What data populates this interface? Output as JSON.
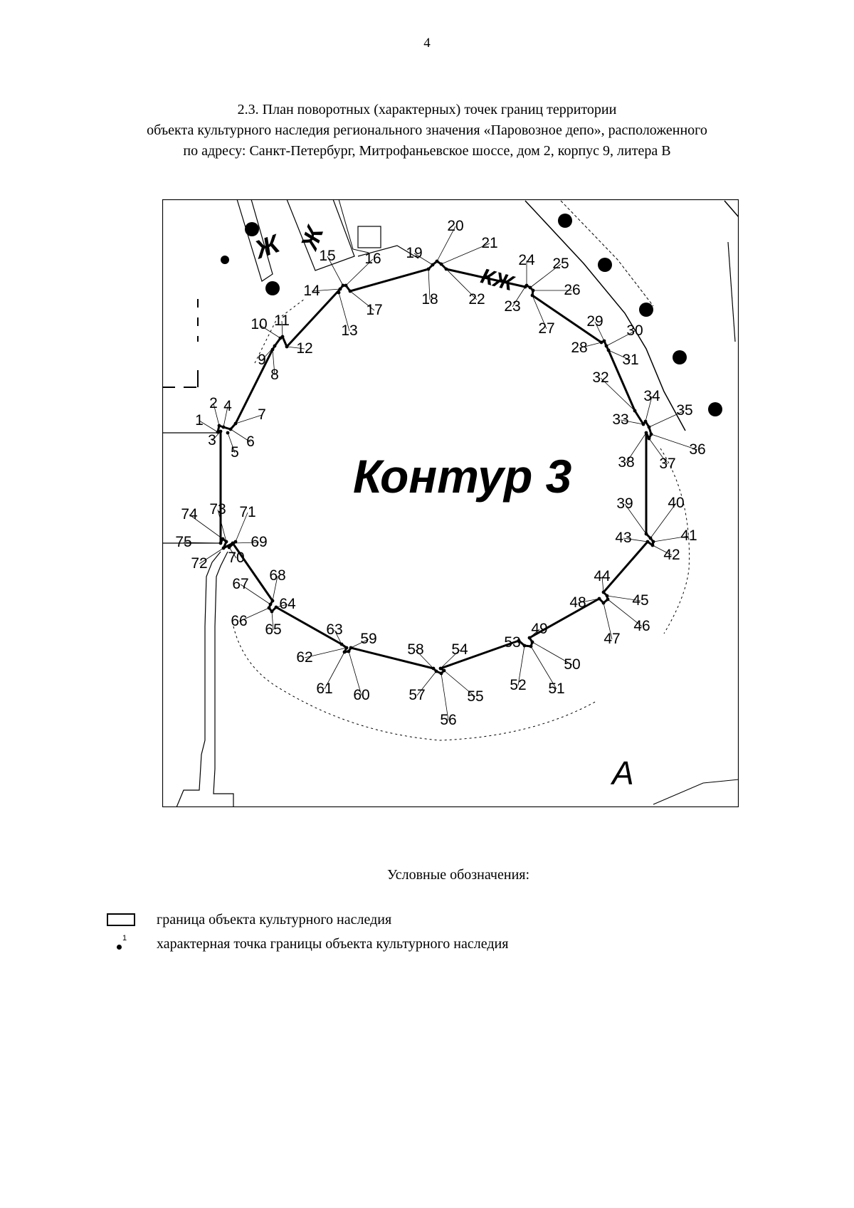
{
  "page": {
    "number": "4"
  },
  "heading": {
    "line1": "2.3. План поворотных (характерных) точек границ территории",
    "line2": "объекта культурного наследия регионального значения «Паровозное депо», расположенного",
    "line3": "по адресу: Санкт-Петербург, Митрофаньевское шоссе, дом 2, корпус 9, литера В"
  },
  "map": {
    "contour_label": "Контур 3",
    "background_labels": [
      "Ж",
      "Ж",
      "КЖ",
      "А"
    ],
    "point_labels": [
      {
        "id": "1",
        "text": "1"
      },
      {
        "id": "2",
        "text": "2"
      },
      {
        "id": "3",
        "text": "3"
      },
      {
        "id": "4",
        "text": "4"
      },
      {
        "id": "5",
        "text": "5"
      },
      {
        "id": "6",
        "text": "6"
      },
      {
        "id": "7",
        "text": "7"
      },
      {
        "id": "8",
        "text": "8"
      },
      {
        "id": "9",
        "text": "9"
      },
      {
        "id": "10",
        "text": "10"
      },
      {
        "id": "11",
        "text": "11"
      },
      {
        "id": "12",
        "text": "12"
      },
      {
        "id": "13",
        "text": "13"
      },
      {
        "id": "14",
        "text": "14"
      },
      {
        "id": "15",
        "text": "15"
      },
      {
        "id": "16",
        "text": "16"
      },
      {
        "id": "17",
        "text": "17"
      },
      {
        "id": "18",
        "text": "18"
      },
      {
        "id": "19",
        "text": "19"
      },
      {
        "id": "20",
        "text": "20"
      },
      {
        "id": "21",
        "text": "21"
      },
      {
        "id": "22",
        "text": "22"
      },
      {
        "id": "23",
        "text": "23"
      },
      {
        "id": "24",
        "text": "24"
      },
      {
        "id": "25",
        "text": "25"
      },
      {
        "id": "26",
        "text": "26"
      },
      {
        "id": "27",
        "text": "27"
      },
      {
        "id": "28",
        "text": "28"
      },
      {
        "id": "29",
        "text": "29"
      },
      {
        "id": "30",
        "text": "30"
      },
      {
        "id": "31",
        "text": "31"
      },
      {
        "id": "32",
        "text": "32"
      },
      {
        "id": "33",
        "text": "33"
      },
      {
        "id": "34",
        "text": "34"
      },
      {
        "id": "35",
        "text": "35"
      },
      {
        "id": "36",
        "text": "36"
      },
      {
        "id": "37",
        "text": "37"
      },
      {
        "id": "38",
        "text": "38"
      },
      {
        "id": "39",
        "text": "39"
      },
      {
        "id": "40",
        "text": "40"
      },
      {
        "id": "41",
        "text": "41"
      },
      {
        "id": "42",
        "text": "42"
      },
      {
        "id": "43",
        "text": "43"
      },
      {
        "id": "44",
        "text": "44"
      },
      {
        "id": "45",
        "text": "45"
      },
      {
        "id": "46",
        "text": "46"
      },
      {
        "id": "47",
        "text": "47"
      },
      {
        "id": "48",
        "text": "48"
      },
      {
        "id": "49",
        "text": "49"
      },
      {
        "id": "50",
        "text": "50"
      },
      {
        "id": "51",
        "text": "51"
      },
      {
        "id": "52",
        "text": "52"
      },
      {
        "id": "53",
        "text": "53"
      },
      {
        "id": "54",
        "text": "54"
      },
      {
        "id": "55",
        "text": "55"
      },
      {
        "id": "56",
        "text": "56"
      },
      {
        "id": "57",
        "text": "57"
      },
      {
        "id": "58",
        "text": "58"
      },
      {
        "id": "59",
        "text": "59"
      },
      {
        "id": "60",
        "text": "60"
      },
      {
        "id": "61",
        "text": "61"
      },
      {
        "id": "62",
        "text": "62"
      },
      {
        "id": "63",
        "text": "63"
      },
      {
        "id": "64",
        "text": "64"
      },
      {
        "id": "65",
        "text": "65"
      },
      {
        "id": "66",
        "text": "66"
      },
      {
        "id": "67",
        "text": "67"
      },
      {
        "id": "68",
        "text": "68"
      },
      {
        "id": "69",
        "text": "69"
      },
      {
        "id": "70",
        "text": "70"
      },
      {
        "id": "71",
        "text": "71"
      },
      {
        "id": "72",
        "text": "72"
      },
      {
        "id": "73",
        "text": "73"
      },
      {
        "id": "74",
        "text": "74"
      },
      {
        "id": "75",
        "text": "75"
      }
    ]
  },
  "legend": {
    "title": "Условные обозначения:",
    "boundary_label": "граница объекта культурного наследия",
    "point_label": "характерная точка границы объекта культурного наследия",
    "point_symbol_number": "1"
  }
}
